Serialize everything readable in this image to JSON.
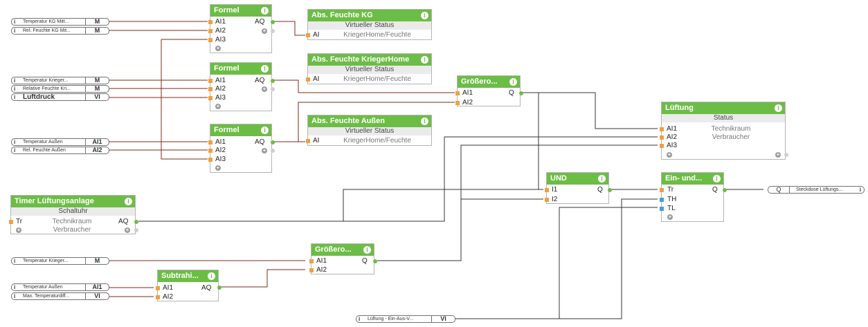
{
  "inputs": {
    "temp_kg": {
      "label": "Temperatur KG Mitt...",
      "tag": "M"
    },
    "feuchte_kg": {
      "label": "Rel. Feuchte KG Mit...",
      "tag": "M"
    },
    "temp_krieger1": {
      "label": "Temperatur Krieger...",
      "tag": "M"
    },
    "feuchte_krieger": {
      "label": "Relative Feuchte Kri...",
      "tag": "M"
    },
    "luftdruck": {
      "label": "Luftdruck",
      "tag": "VI"
    },
    "temp_aussen1": {
      "label": "Temperatur Außen",
      "tag": "AI1"
    },
    "feuchte_aussen": {
      "label": "Rel. Feuchte Außen",
      "tag": "AI2"
    },
    "temp_krieger2": {
      "label": "Temperatur Krieger...",
      "tag": "M"
    },
    "temp_aussen2": {
      "label": "Temperatur Außen",
      "tag": "AI1"
    },
    "max_tempdiff": {
      "label": "Max. Temperaturdiff...",
      "tag": "VI"
    },
    "lueftung_ein_aus": {
      "label": "Lüftung - Ein-Aus-V...",
      "tag": "VI"
    },
    "info_glyph": "i"
  },
  "outputs": {
    "steckdose": {
      "tag": "Q",
      "label": "Steckdose Lüftungs..."
    }
  },
  "blocks": {
    "formel1": {
      "title": "Formel",
      "inputs": [
        "AI1",
        "AI2",
        "AI3"
      ],
      "output": "AQ"
    },
    "formel2": {
      "title": "Formel",
      "inputs": [
        "AI1",
        "AI2",
        "AI3"
      ],
      "output": "AQ"
    },
    "formel3": {
      "title": "Formel",
      "inputs": [
        "AI1",
        "AI2",
        "AI3"
      ],
      "output": "AQ"
    },
    "abs_kg": {
      "title": "Abs. Feuchte KG",
      "subtitle": "Virtueller Status",
      "input": "AI",
      "value": "KriegerHome/Feuchte"
    },
    "abs_krieger": {
      "title": "Abs. Feuchte KriegerHome",
      "subtitle": "Virtueller Status",
      "input": "AI",
      "value": "KriegerHome/Feuchte"
    },
    "abs_aussen": {
      "title": "Abs. Feuchte Außen",
      "subtitle": "Virtueller Status",
      "input": "AI",
      "value": "KriegerHome/Feuchte"
    },
    "groesser1": {
      "title": "Größero...",
      "inputs": [
        "AI1",
        "AI2"
      ],
      "output": "Q"
    },
    "groesser2": {
      "title": "Größero...",
      "inputs": [
        "AI1",
        "AI2"
      ],
      "output": "Q"
    },
    "lueftung": {
      "title": "Lüftung",
      "subtitle": "Status",
      "inputs": [
        "AI1",
        "AI2",
        "AI3"
      ],
      "values": [
        "Technikraum",
        "Verbraucher"
      ]
    },
    "und": {
      "title": "UND",
      "inputs": [
        "I1",
        "I2"
      ],
      "output": "Q"
    },
    "einund": {
      "title": "Ein- und...",
      "inputs": [
        "Tr",
        "TH",
        "TL"
      ],
      "output": "Q"
    },
    "timer": {
      "title": "Timer Lüftungsanlage",
      "subtitle": "Schaltuhr",
      "input": "Tr",
      "values": [
        "Technikraum",
        "Verbraucher"
      ],
      "output": "AQ"
    },
    "subtrahi": {
      "title": "Subtrahi...",
      "inputs": [
        "AI1",
        "AI2"
      ],
      "output": "AQ"
    }
  },
  "colors": {
    "header": "#6cbd45",
    "wire": "#7a2a1a",
    "wire_dark": "#333333",
    "pin_in": "#f0a040",
    "pin_in_blue": "#40a0d8"
  }
}
